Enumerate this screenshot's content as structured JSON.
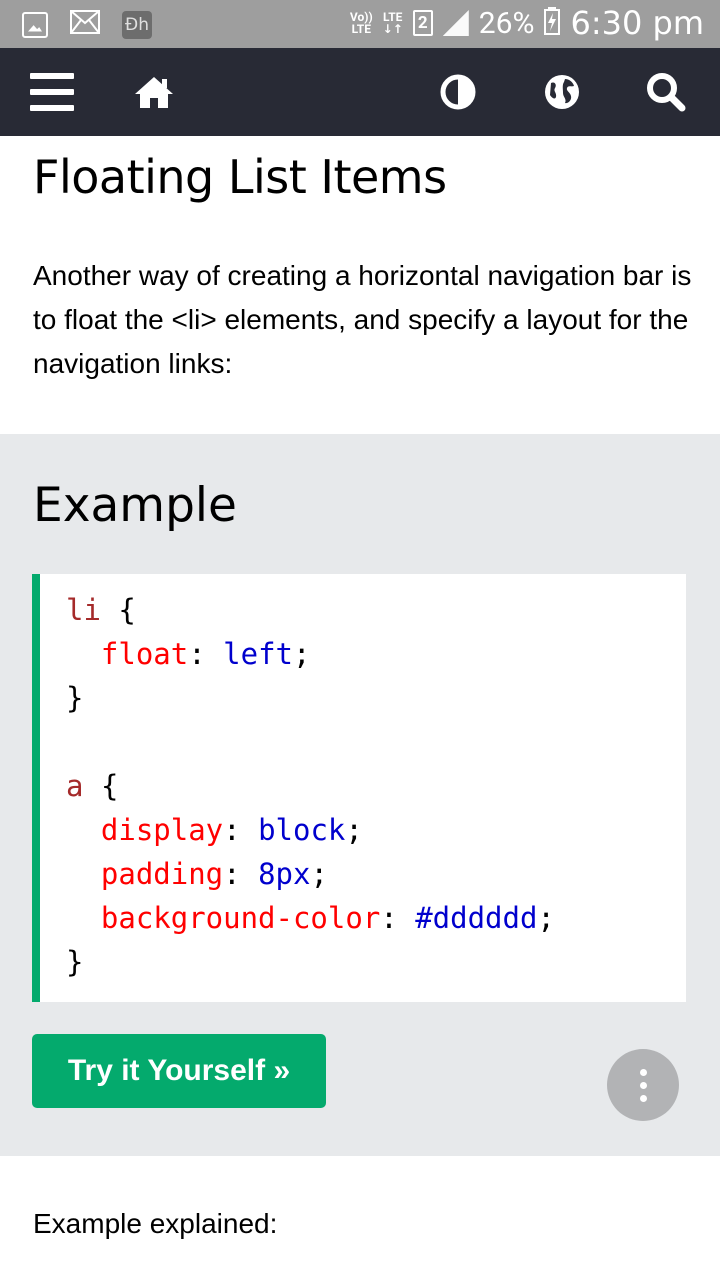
{
  "status_bar": {
    "volte_line1": "Vo))",
    "volte_line2": "LTE",
    "lte_line1": "LTE",
    "lte_line2": "↓↑",
    "sim_slot": "2",
    "battery_percent": "26%",
    "time": "6:30 pm",
    "notification_app_label": "Ðh"
  },
  "nav": {
    "icons": [
      "hamburger-menu-icon",
      "home-icon",
      "contrast-icon",
      "globe-icon",
      "search-icon"
    ],
    "colors": {
      "bar": "#282a35",
      "icon": "#ffffff"
    }
  },
  "page": {
    "title": "Floating List Items",
    "intro": "Another way of creating a horizontal navigation bar is to float the <li> elements, and specify a layout for the navigation links:"
  },
  "example": {
    "heading": "Example",
    "code": {
      "block1": {
        "selector": "li",
        "open": "{",
        "close": "}",
        "declarations": [
          {
            "property": "float",
            "value": "left"
          }
        ]
      },
      "block2": {
        "selector": "a",
        "open": "{",
        "close": "}",
        "declarations": [
          {
            "property": "display",
            "value": "block"
          },
          {
            "property": "padding",
            "value": "8px"
          },
          {
            "property": "background-color",
            "value": "#dddddd"
          }
        ]
      }
    },
    "try_button_label": "Try it Yourself »",
    "colors": {
      "accent": "#04aa6d",
      "background": "#e7e9eb"
    }
  },
  "footer_text": "Example explained:"
}
